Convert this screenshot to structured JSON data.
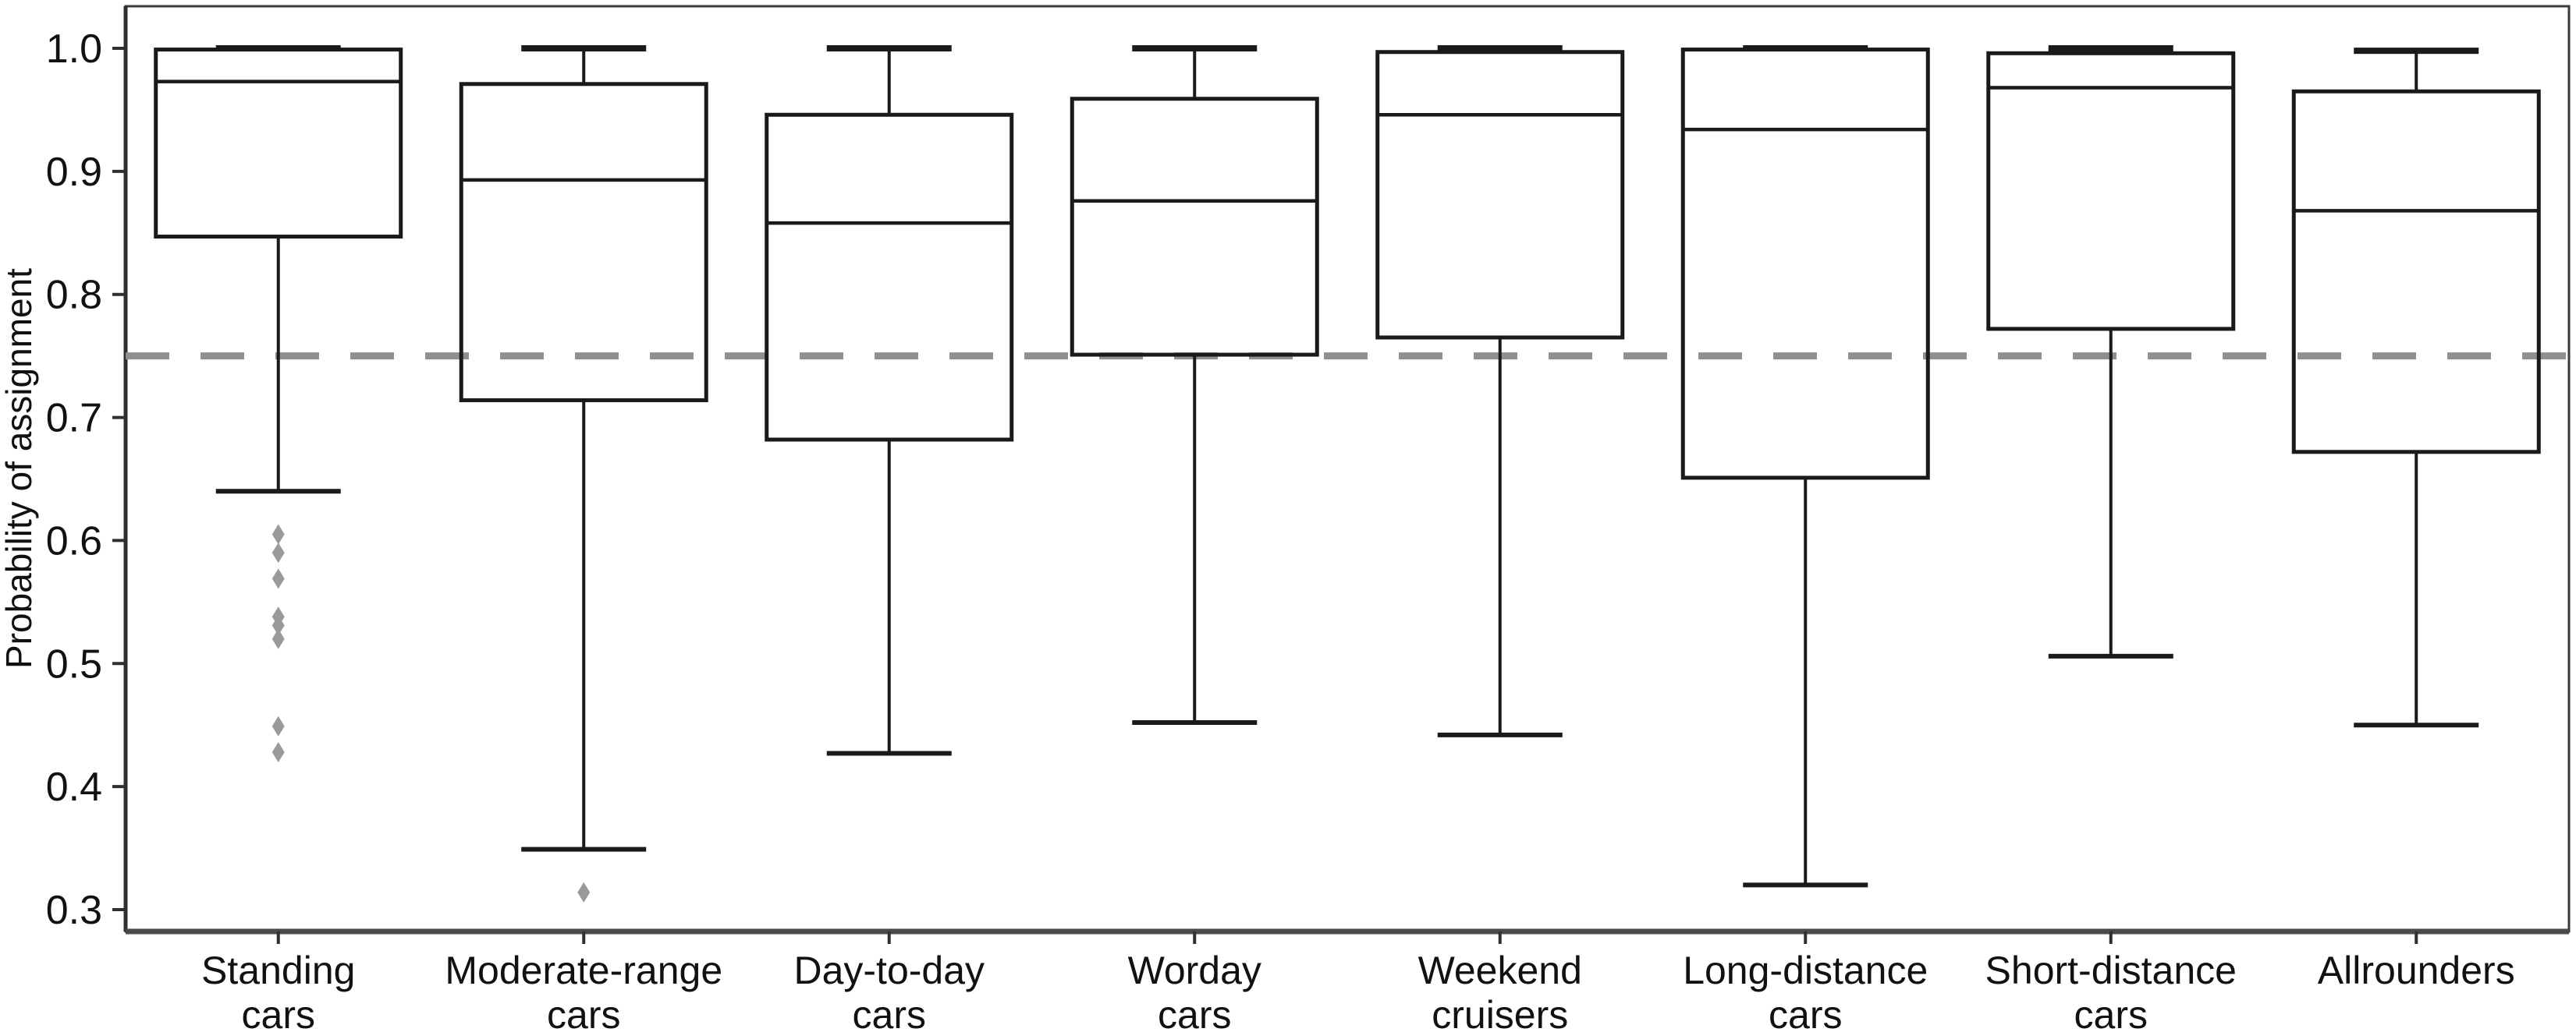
{
  "figure": {
    "ylabel": "Probability of assignment",
    "background": "#ffffff",
    "panel_border_color": "#3a3a3a",
    "axis_color": "#2f2f2f",
    "box_line_color": "#1a1a1a",
    "flier_color": "#9a9a9a",
    "dashed_line": {
      "value": 0.75,
      "color": "#8f8f8f",
      "style": "dashed"
    },
    "yticks": [
      "1.0",
      "0.9",
      "0.8",
      "0.7",
      "0.6",
      "0.5",
      "0.4",
      "0.3"
    ],
    "ytick_values": [
      1.0,
      0.9,
      0.8,
      0.7,
      0.6,
      0.5,
      0.4,
      0.3
    ],
    "ylim": [
      0.282,
      1.034
    ],
    "grid": "off",
    "legend": "none"
  },
  "chart_data": {
    "type": "boxplot",
    "title": "",
    "xlabel": "",
    "ylabel": "Probability of assignment",
    "reference_line_y": 0.75,
    "categories": [
      "Standing cars",
      "Moderate-range cars",
      "Day-to-day cars",
      "Worday cars",
      "Weekend cruisers",
      "Long-distance cars",
      "Short-distance cars",
      "Allrounders"
    ],
    "series": [
      {
        "label_lines": [
          "Standing",
          "cars"
        ],
        "whislo": 0.64,
        "q1": 0.847,
        "med": 0.973,
        "q3": 0.999,
        "whishi": 1.0,
        "fliers": [
          0.605,
          0.59,
          0.569,
          0.538,
          0.531,
          0.52,
          0.449,
          0.428
        ]
      },
      {
        "label_lines": [
          "Moderate-range",
          "cars"
        ],
        "whislo": 0.349,
        "q1": 0.714,
        "med": 0.893,
        "q3": 0.971,
        "whishi": 1.0,
        "fliers": [
          0.314
        ]
      },
      {
        "label_lines": [
          "Day-to-day",
          "cars"
        ],
        "whislo": 0.427,
        "q1": 0.682,
        "med": 0.858,
        "q3": 0.946,
        "whishi": 1.0,
        "fliers": []
      },
      {
        "label_lines": [
          "Worday",
          "cars"
        ],
        "whislo": 0.452,
        "q1": 0.751,
        "med": 0.876,
        "q3": 0.959,
        "whishi": 1.0,
        "fliers": []
      },
      {
        "label_lines": [
          "Weekend",
          "cruisers"
        ],
        "whislo": 0.442,
        "q1": 0.765,
        "med": 0.946,
        "q3": 0.997,
        "whishi": 1.0,
        "fliers": []
      },
      {
        "label_lines": [
          "Long-distance",
          "cars"
        ],
        "whislo": 0.32,
        "q1": 0.651,
        "med": 0.934,
        "q3": 0.999,
        "whishi": 1.0,
        "fliers": []
      },
      {
        "label_lines": [
          "Short-distance",
          "cars"
        ],
        "whislo": 0.506,
        "q1": 0.772,
        "med": 0.968,
        "q3": 0.996,
        "whishi": 1.0,
        "fliers": []
      },
      {
        "label_lines": [
          "Allrounders"
        ],
        "whislo": 0.45,
        "q1": 0.672,
        "med": 0.868,
        "q3": 0.965,
        "whishi": 0.998,
        "fliers": []
      }
    ]
  }
}
